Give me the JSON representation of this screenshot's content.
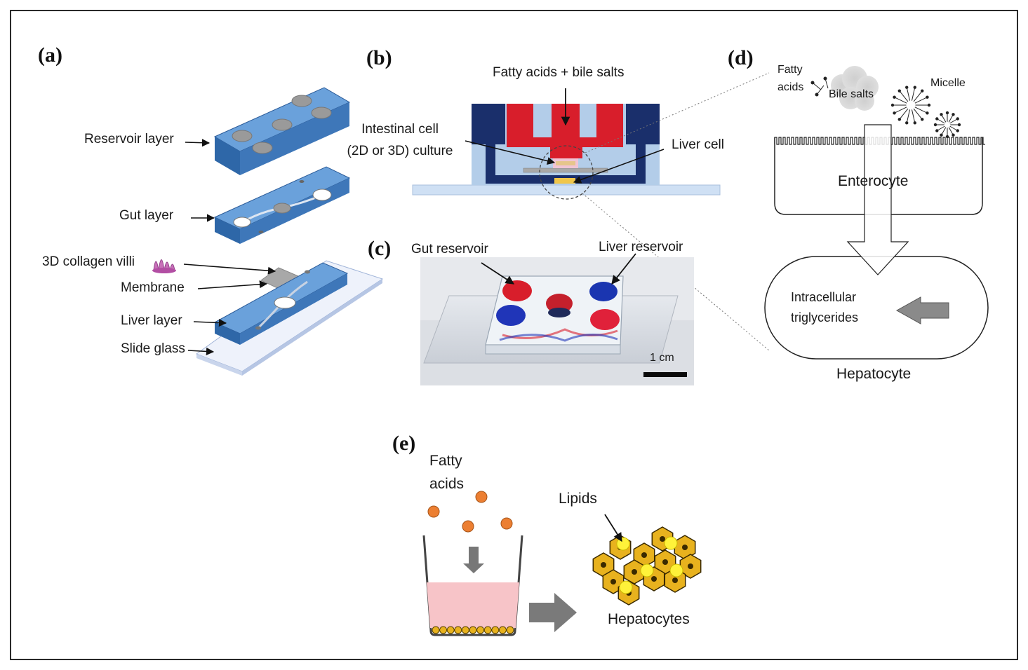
{
  "panels": {
    "a": {
      "label": "(a)",
      "reservoir_layer": "Reservoir layer",
      "gut_layer": "Gut  layer",
      "collagen_villi": "3D collagen villi",
      "membrane": "Membrane",
      "liver_layer": "Liver layer",
      "slide_glass": "Slide glass"
    },
    "b": {
      "label": "(b)",
      "fatty_acids_bile_salts": "Fatty acids + bile salts",
      "intestinal_cell_line1": "Intestinal cell",
      "intestinal_cell_line2": "(2D or 3D) culture",
      "liver_cell": "Liver cell"
    },
    "c": {
      "label": "(c)",
      "gut_reservoir": "Gut reservoir",
      "liver_reservoir": "Liver reservoir",
      "scale_bar": "1 cm"
    },
    "d": {
      "label": "(d)",
      "fatty": "Fatty",
      "acids": "acids",
      "bile_salts": "Bile salts",
      "micelle": "Micelle",
      "enterocyte": "Enterocyte",
      "intracellular": "Intracellular",
      "triglycerides": "triglycerides",
      "hepatocyte": "Hepatocyte"
    },
    "e": {
      "label": "(e)",
      "fatty": "Fatty",
      "acids": "acids",
      "lipids": "Lipids",
      "hepatocytes": "Hepatocytes"
    }
  },
  "colors": {
    "device_blue": "#4f82c4",
    "device_dark": "#1e3f74",
    "reservoir_red": "#d81e2b",
    "navy": "#1a2f6b",
    "orange_dot": "#ec7f32",
    "hex_fill": "#e8b21e",
    "lipid_yellow": "#fff23a",
    "pink_medium": "#f7c4c8"
  }
}
